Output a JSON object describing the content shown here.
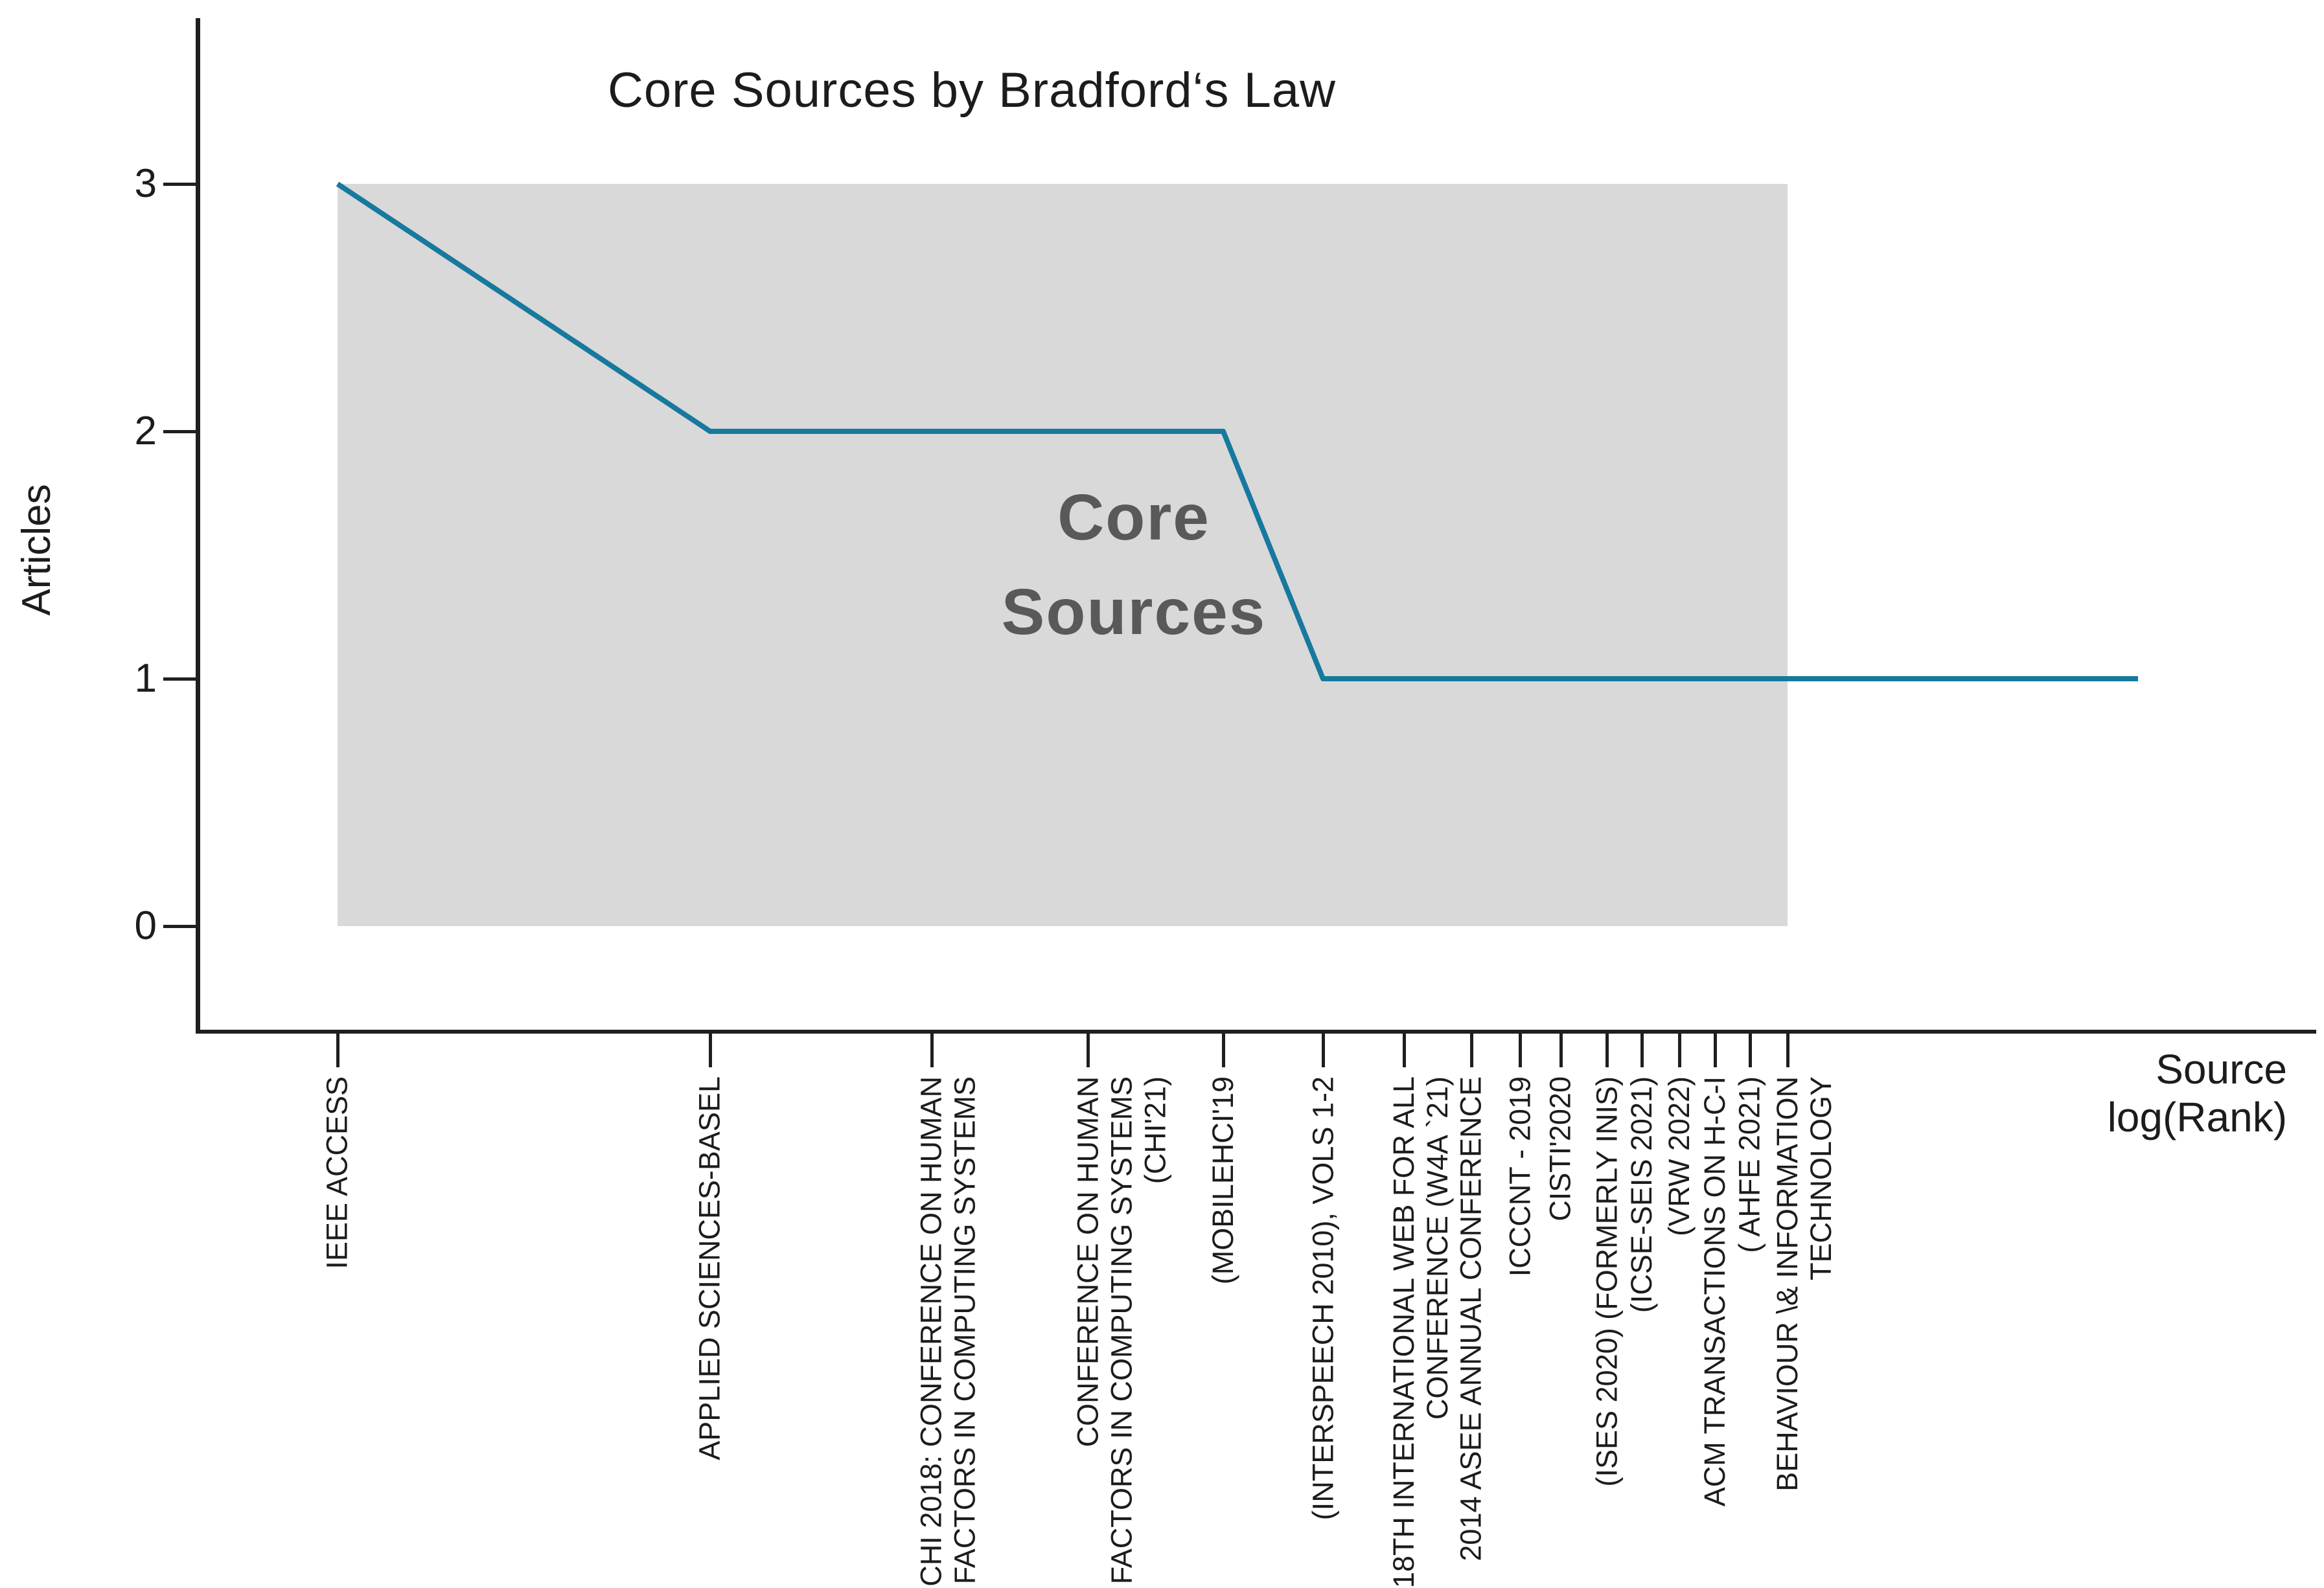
{
  "title": "Core Sources by Bradford‘s Law",
  "y_axis_title": "Articles",
  "x_axis_title": "Source log(Rank)",
  "annotation": {
    "lines": [
      "Core",
      "Sources"
    ]
  },
  "colors": {
    "line": "#17799e",
    "shade": "#d9d9d9",
    "annotation_text": "#595959",
    "axis": "#1f1f1f"
  },
  "chart_data": {
    "type": "line",
    "title": "Core Sources by Bradford‘s Law",
    "xlabel": "Source log(Rank)",
    "ylabel": "Articles",
    "x_scale": "logarithmic rank axis",
    "yticks": [
      0,
      1,
      2,
      3
    ],
    "ylim": [
      0,
      3.5
    ],
    "grid": false,
    "legend": "none",
    "shaded_region": {
      "label": "Core Sources",
      "x_range_ranks": [
        1,
        16
      ],
      "y_range": [
        0,
        3
      ]
    },
    "line_extends_past_last_label": true,
    "categories": [
      "IEEE ACCESS",
      "APPLIED SCIENCES-BASEL",
      "CHI 2018: CONFERENCE ON HUMAN\nFACTORS IN COMPUTING SYSTEMS",
      "CONFERENCE ON HUMAN\nFACTORS IN COMPUTING SYSTEMS\n(CHI'21)",
      "(MOBILEHCI'19",
      "(INTERSPEECH 2010), VOLS 1-2",
      "18TH INTERNATIONAL WEB FOR ALL\nCONFERENCE (W4A `21)",
      "2014 ASEE ANNUAL CONFERENCE",
      "ICCCNT - 2019",
      "CISTI'2020",
      "(ISES 2020) (FORMERLY INIS)",
      "(ICSE-SEIS 2021)",
      "(VRW 2022)",
      "ACM TRANSACTIONS ON H-C-I",
      "( AHFE 2021)",
      "BEHAVIOUR \\& INFORMATION\nTECHNOLOGY"
    ],
    "values": [
      3,
      2,
      2,
      2,
      2,
      1,
      1,
      1,
      1,
      1,
      1,
      1,
      1,
      1,
      1,
      1
    ]
  }
}
